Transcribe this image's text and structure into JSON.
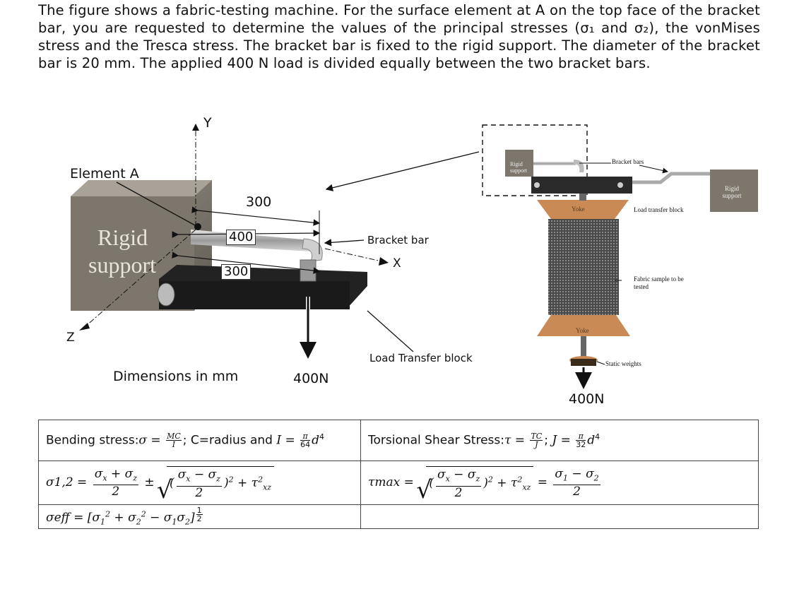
{
  "problem_text": "The figure shows a fabric-testing machine. For the surface element at A on the top face of the bracket bar, you are requested to determine the values of the principal stresses (σ₁ and σ₂), the vonMises stress and the Tresca stress. The bracket bar is fixed to the rigid support. The diameter of the bracket bar is 20 mm. The applied 400 N load is divided equally between the two bracket bars.",
  "left_figure": {
    "element_a_label": "Element A",
    "rigid_support_label_line1": "Rigid",
    "rigid_support_label_line2": "support",
    "axis_y": "Y",
    "axis_x": "X",
    "axis_z": "Z",
    "dim_300_top": "300",
    "dim_400": "400",
    "dim_300_bottom": "300",
    "bracket_bar_label": "Bracket bar",
    "load_transfer_label": "Load Transfer block",
    "dimensions_note": "Dimensions in mm",
    "load_label": "400N"
  },
  "right_figure": {
    "rigid_support_small": "Rigid support",
    "bracket_bars": "Bracket bars",
    "rigid_support_right": "Rigid support",
    "yoke_top": "Yoke",
    "load_transfer_block": "Load transfer block",
    "fabric_sample": "Fabric sample to be tested",
    "yoke_bottom": "Yoke",
    "static_weights": "Static weights",
    "load_label": "400N"
  },
  "formulas": {
    "bending_label": "Bending stress:",
    "bending_tail": "; C=radius and",
    "torsion_label": "Torsional Shear Stress:",
    "principal_label": "σ1,2",
    "tau_max_label": "τmax",
    "sigma_eff_label": "σeff"
  },
  "colors": {
    "support_block": "#7d766c",
    "bar_dark": "#1f1f1f",
    "fabric": "#555555",
    "yoke": "#c98a55"
  }
}
